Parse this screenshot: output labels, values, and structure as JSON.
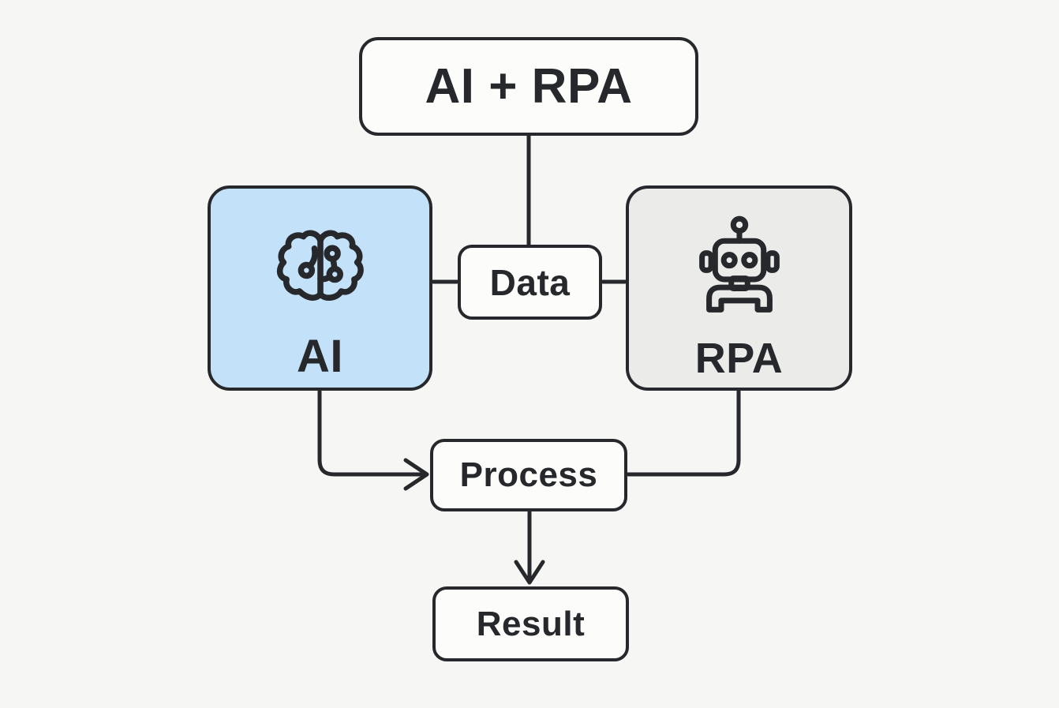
{
  "diagram": {
    "type": "flowchart",
    "colors": {
      "background": "#f6f6f4",
      "stroke": "#26282b",
      "node_fill": "#fcfcfb",
      "ai_fill": "#c3e2f9",
      "rpa_fill": "#ebebea",
      "text": "#26282b"
    },
    "nodes": {
      "combo": {
        "label": "AI + RPA"
      },
      "ai": {
        "label": "AI",
        "icon": "brain-icon",
        "fill": "#c3e2f9"
      },
      "rpa": {
        "label": "RPA",
        "icon": "robot-icon",
        "fill": "#ebebea"
      },
      "data": {
        "label": "Data"
      },
      "process": {
        "label": "Process"
      },
      "result": {
        "label": "Result"
      }
    },
    "edges": [
      {
        "from": "combo",
        "to": "data",
        "arrow": false
      },
      {
        "from": "ai",
        "to": "data",
        "arrow": false
      },
      {
        "from": "data",
        "to": "rpa",
        "arrow": false
      },
      {
        "from": "ai",
        "to": "process",
        "arrow": true
      },
      {
        "from": "rpa",
        "to": "process",
        "arrow": false
      },
      {
        "from": "process",
        "to": "result",
        "arrow": true
      }
    ]
  }
}
